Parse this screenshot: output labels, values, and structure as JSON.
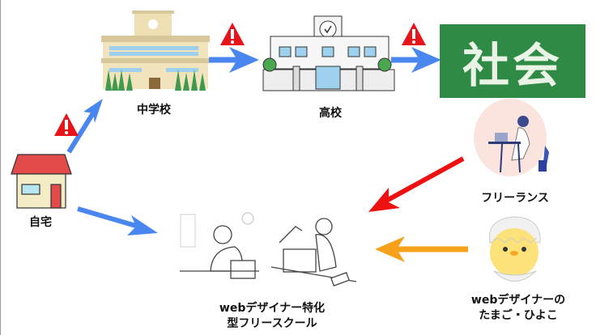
{
  "nodes": {
    "home": "自宅",
    "middle_school": "中学校",
    "high_school": "高校",
    "society": "社会",
    "freelance": "フリーランス",
    "school": {
      "line1": "webデザイナー特化",
      "line2": "型フリースクール"
    },
    "beginner": {
      "line1": "webデザイナーの",
      "line2": "たまご・ひよこ"
    }
  },
  "colors": {
    "blue_arrow": "#4a86f0",
    "red_arrow": "#ee1111",
    "orange_arrow": "#f7a01a",
    "warning": "#e8141c",
    "board": "#2f8a45"
  }
}
